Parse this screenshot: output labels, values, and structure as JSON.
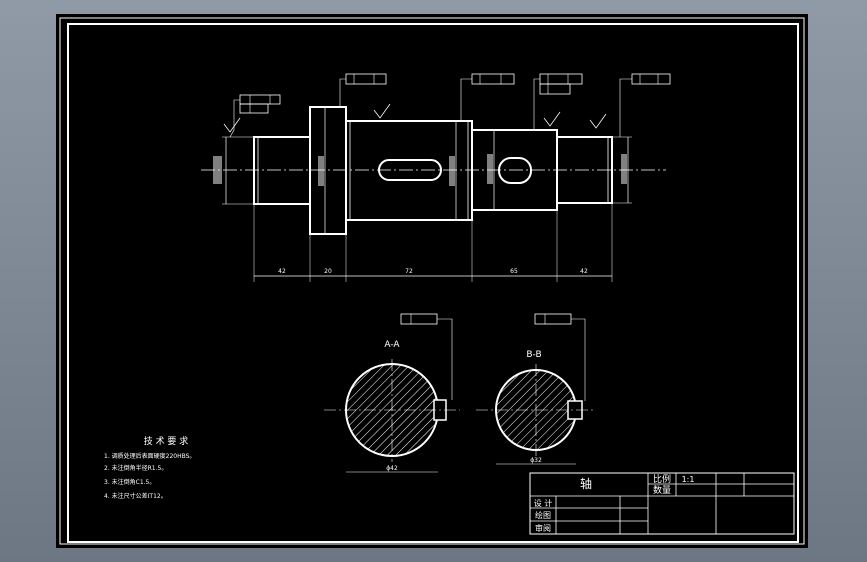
{
  "views": {
    "section_a_label": "A-A",
    "section_b_label": "B-B"
  },
  "dimensions": {
    "len1": "42",
    "len2": "20",
    "len3": "72",
    "len4": "65",
    "len5": "42",
    "dia_a": "ϕ42",
    "dia_b": "ϕ32"
  },
  "tech_requirements": {
    "title": "技 术 要 求",
    "items": [
      "1. 调质处理后表面硬度220HBS。",
      "2. 未注倒角半径R1.5。",
      "3. 未注倒角C1.5。",
      "4. 未注尺寸公差IT12。"
    ]
  },
  "title_block": {
    "part_name": "轴",
    "scale_label": "比例",
    "scale_value": "1:1",
    "qty_label": "数量",
    "design": "设 计",
    "drawing": "绘图",
    "review": "审阅"
  },
  "colors": {
    "background": "#000000",
    "line": "#ffffff",
    "accent": "#ffe066"
  }
}
